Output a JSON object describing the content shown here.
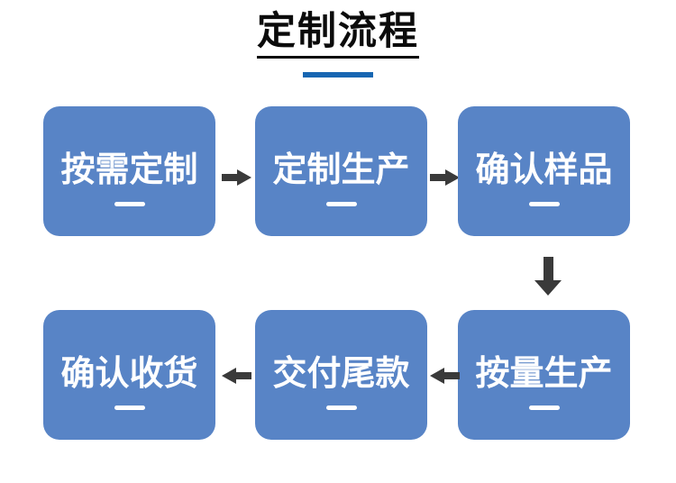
{
  "theme": {
    "background": "#ffffff",
    "title_color": "#0b0b0b",
    "accent_bar_color": "#1766b2",
    "box_color": "#5884c6",
    "box_text_color": "#ffffff",
    "arrow_color": "#3a3a3a"
  },
  "header": {
    "title": "定制流程"
  },
  "flow": {
    "steps": [
      {
        "order": 1,
        "label": "按需定制"
      },
      {
        "order": 2,
        "label": "定制生产"
      },
      {
        "order": 3,
        "label": "确认样品"
      },
      {
        "order": 4,
        "label": "按量生产"
      },
      {
        "order": 5,
        "label": "交付尾款"
      },
      {
        "order": 6,
        "label": "确认收货"
      }
    ],
    "connections": [
      {
        "from": "按需定制",
        "to": "定制生产",
        "direction": "right"
      },
      {
        "from": "定制生产",
        "to": "确认样品",
        "direction": "right"
      },
      {
        "from": "确认样品",
        "to": "按量生产",
        "direction": "down"
      },
      {
        "from": "按量生产",
        "to": "交付尾款",
        "direction": "left"
      },
      {
        "from": "交付尾款",
        "to": "确认收货",
        "direction": "left"
      }
    ]
  }
}
